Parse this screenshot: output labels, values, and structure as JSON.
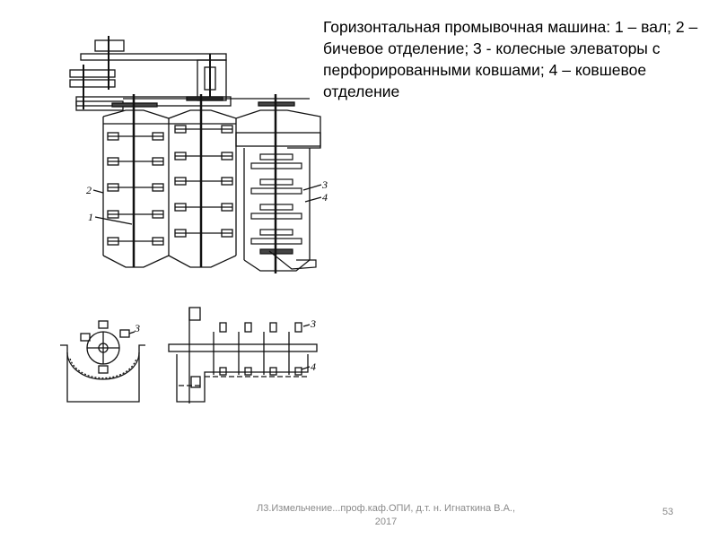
{
  "slide": {
    "caption": "Горизонтальная промывочная машина: 1 – вал; 2 – бичевое отделение;  3 - колесные элеваторы с перфорированными ковшами; 4 – ковшевое отделение",
    "footer": "Л3.Измельчение...проф.каф.ОПИ, д.т. н. Игнаткина В.А., 2017",
    "page_number": "53"
  },
  "figure": {
    "labels": {
      "one": "1",
      "two": "2",
      "three": "3",
      "four": "4"
    }
  }
}
